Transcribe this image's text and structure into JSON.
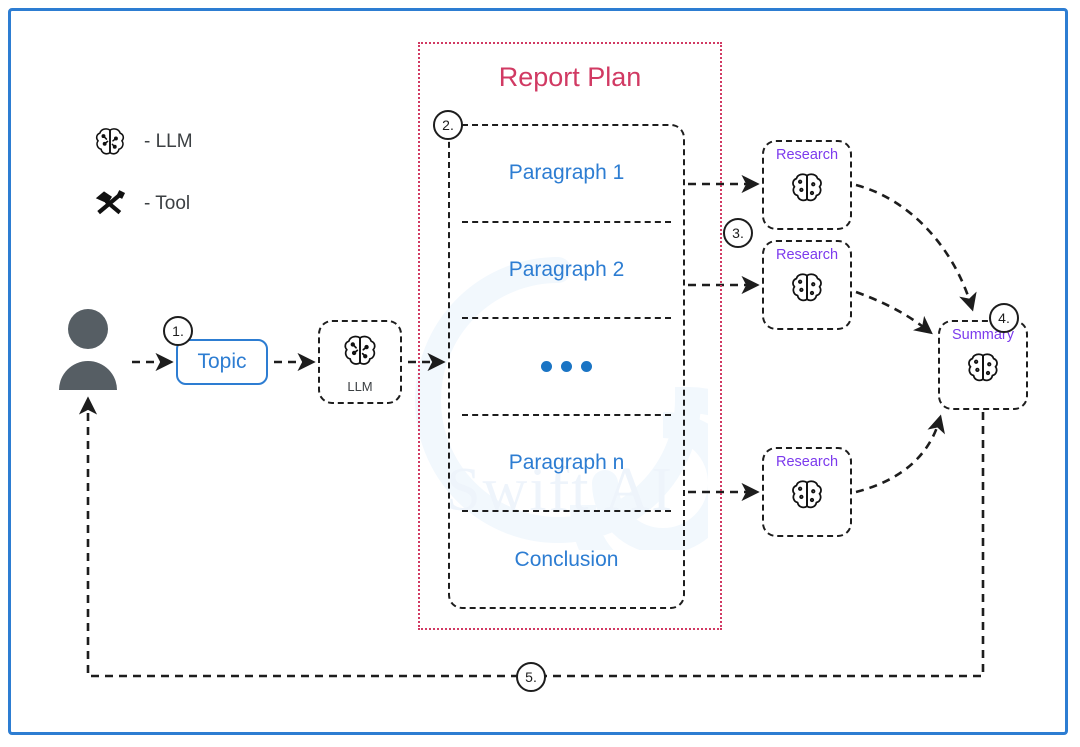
{
  "diagram": {
    "title": "Report Plan",
    "frame_color": "#2d7dd2",
    "watermark": "Swift AI"
  },
  "legend": {
    "items": [
      {
        "icon": "brain-icon",
        "label": "- LLM"
      },
      {
        "icon": "hammer-tools-icon",
        "label": "- Tool"
      }
    ]
  },
  "flow": {
    "user": {
      "icon": "user-avatar-icon"
    },
    "topic": {
      "label": "Topic",
      "color": "#2d7dd2"
    },
    "llm": {
      "label": "LLM",
      "icon": "brain-icon"
    }
  },
  "report_plan": {
    "title": "Report Plan",
    "title_color": "#d13a63",
    "rows": [
      {
        "label": "Paragraph 1"
      },
      {
        "label": "Paragraph 2"
      },
      {
        "label": ""
      },
      {
        "label": "Paragraph n"
      },
      {
        "label": "Conclusion"
      }
    ],
    "ellipsis_row_index": 2,
    "row_color": "#2d7dd2"
  },
  "nodes": {
    "research_1": {
      "caption": "Research",
      "icon": "brain-icon"
    },
    "research_2": {
      "caption": "Research",
      "icon": "brain-icon"
    },
    "research_3": {
      "caption": "Research",
      "icon": "brain-icon"
    },
    "summary": {
      "caption": "Summary",
      "icon": "brain-icon"
    },
    "caption_color": "#7c3aed"
  },
  "badges": {
    "step1": "1.",
    "step2": "2.",
    "step3": "3.",
    "step4": "4.",
    "step5": "5."
  }
}
